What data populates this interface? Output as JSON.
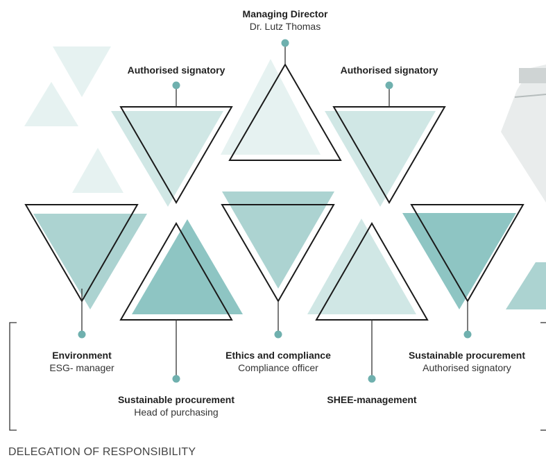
{
  "colors": {
    "teal_dark": "#8ec5c3",
    "teal_mid": "#acd3d1",
    "teal_light": "#d0e7e5",
    "teal_pale": "#e6f2f1",
    "dot": "#6fb0ae",
    "outline": "#1a1a1a",
    "line": "#333333"
  },
  "top_role": {
    "title": "Managing Director",
    "subtitle": "Dr. Lutz Thomas"
  },
  "signatory_left": {
    "title": "Authorised signatory"
  },
  "signatory_right": {
    "title": "Authorised signatory"
  },
  "roles": [
    {
      "title": "Environment",
      "subtitle": "ESG- manager"
    },
    {
      "title": "Sustainable procurement",
      "subtitle": "Head of purchasing"
    },
    {
      "title": "Ethics and compliance",
      "subtitle": "Compliance officer"
    },
    {
      "title": "SHEE-management",
      "subtitle": ""
    },
    {
      "title": "Sustainable procurement",
      "subtitle": "Authorised signatory"
    }
  ],
  "caption": "DELEGATION OF RESPONSIBILITY"
}
